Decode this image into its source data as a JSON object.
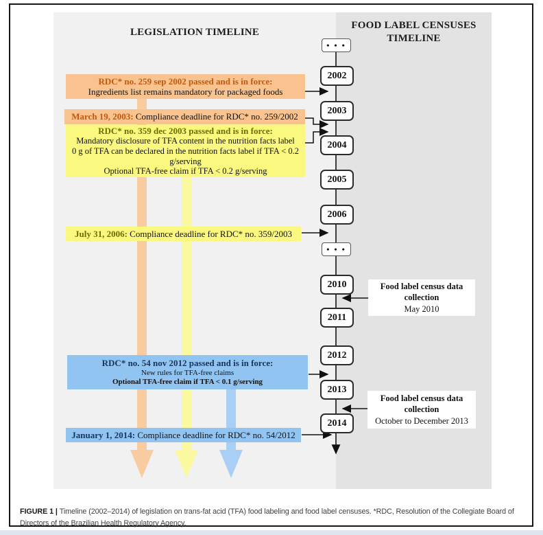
{
  "figure": {
    "left_header": "LEGISLATION TIMELINE",
    "right_header": "FOOD LABEL CENSUSES TIMELINE",
    "ellipsis": "•  •  •"
  },
  "timeline_years": [
    "2002",
    "2003",
    "2004",
    "2005",
    "2006",
    "2010",
    "2011",
    "2012",
    "2013",
    "2014"
  ],
  "legislation_events": {
    "rdc259": {
      "title": "RDC* no. 259 sep 2002 passed and is in force:",
      "body": "Ingredients list remains mandatory for packaged foods"
    },
    "rdc259_deadline": {
      "prefix": "March 19, 2003:",
      "text": " Compliance deadline for RDC* no. 259/2002"
    },
    "rdc359": {
      "title": "RDC* no. 359 dec 2003 passed and is in force:",
      "line1": "Mandatory disclosure of TFA content in the nutrition facts label",
      "line2": "0 g of TFA can be declared in the nutrition facts label if TFA < 0.2 g/serving",
      "line3": "Optional TFA-free claim if TFA < 0.2 g/serving"
    },
    "rdc359_deadline": {
      "prefix": "July 31, 2006:",
      "text": " Compliance deadline for RDC* no. 359/2003"
    },
    "rdc54": {
      "title": "RDC* no. 54 nov 2012 passed and is in force:",
      "line1": "New rules for TFA-free claims",
      "line2": "Optional TFA-free claim if TFA < 0.1 g/serving"
    },
    "rdc54_deadline": {
      "prefix": "January 1, 2014:",
      "text": " Compliance deadline for RDC* no. 54/2012"
    }
  },
  "census_events": {
    "census2010": {
      "title": "Food label census data collection",
      "date": "May 2010"
    },
    "census2013": {
      "title": "Food label census data collection",
      "date": "October to December 2013"
    }
  },
  "caption": {
    "label": "FIGURE 1 | ",
    "text": "Timeline (2002–2014) of legislation on trans-fat acid (TFA) food labeling and food label censuses. *RDC, Resolution of the Collegiate Board of Directors of the Brazilian Health Regulatory Agency."
  },
  "colors": {
    "orange_box": "#f8c38e",
    "orange_band": "#f9cba0",
    "orange_text": "#c2590f",
    "yellow_box": "#faf87f",
    "yellow_band": "#fbf9a0",
    "olive_text": "#6e6e00",
    "blue_box": "#92c4f1",
    "blue_band": "#a9cff4",
    "navy_text": "#17365d",
    "panel_left": "#f2f1f1",
    "panel_right": "#e4e3e3"
  }
}
